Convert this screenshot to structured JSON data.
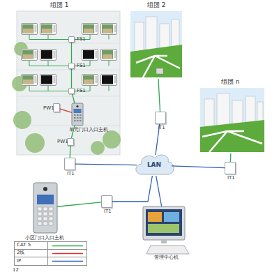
{
  "diagram": {
    "nodes": [
      {
        "text": [
          "组团 1"
        ]
      },
      {
        "text": [
          "FS1"
        ],
        "in": 0
      },
      {
        "text": [
          "FS1"
        ],
        "in": 0
      },
      {
        "text": [
          "FS1"
        ],
        "in": 0
      },
      {
        "text": [
          "PW1"
        ],
        "in": 0
      },
      {
        "text": [
          "单元门口入口主机"
        ],
        "in": 0
      },
      {
        "text": [
          "PW1"
        ],
        "in": 0
      },
      {
        "text": [
          "IT1"
        ]
      },
      {
        "text": [
          "组团 2"
        ]
      },
      {
        "text": [
          "IT1"
        ]
      },
      {
        "text": [
          "组团 n"
        ]
      },
      {
        "text": [
          "IT1"
        ]
      },
      {
        "text": [
          "LAN"
        ]
      },
      {
        "text": [
          "小区门口入口主机"
        ]
      },
      {
        "text": [
          "IT1"
        ]
      },
      {
        "text": [
          "管理中心机"
        ]
      }
    ],
    "edges": [
      {
        "from": 1,
        "to": 2,
        "arrow": "none"
      },
      {
        "from": 2,
        "to": 3,
        "arrow": "none"
      },
      {
        "from": 3,
        "to": 5,
        "arrow": "none"
      },
      {
        "from": 4,
        "to": 5,
        "arrow": "none"
      },
      {
        "from": 5,
        "to": 6,
        "arrow": "none"
      },
      {
        "from": 6,
        "to": 7,
        "arrow": "none"
      },
      {
        "from": 7,
        "to": 12,
        "arrow": "none"
      },
      {
        "from": 8,
        "to": 9,
        "arrow": "none"
      },
      {
        "from": 9,
        "to": 12,
        "arrow": "none"
      },
      {
        "from": 10,
        "to": 11,
        "arrow": "none"
      },
      {
        "from": 11,
        "to": 12,
        "arrow": "none"
      },
      {
        "from": 13,
        "to": 14,
        "arrow": "none"
      },
      {
        "from": 14,
        "to": 12,
        "arrow": "none"
      },
      {
        "from": 12,
        "to": 15,
        "arrow": "none"
      }
    ],
    "labels": [
      "12"
    ],
    "legend": [
      {
        "text": "CAT 5"
      },
      {
        "text": "2线"
      },
      {
        "text": "IP"
      }
    ]
  }
}
